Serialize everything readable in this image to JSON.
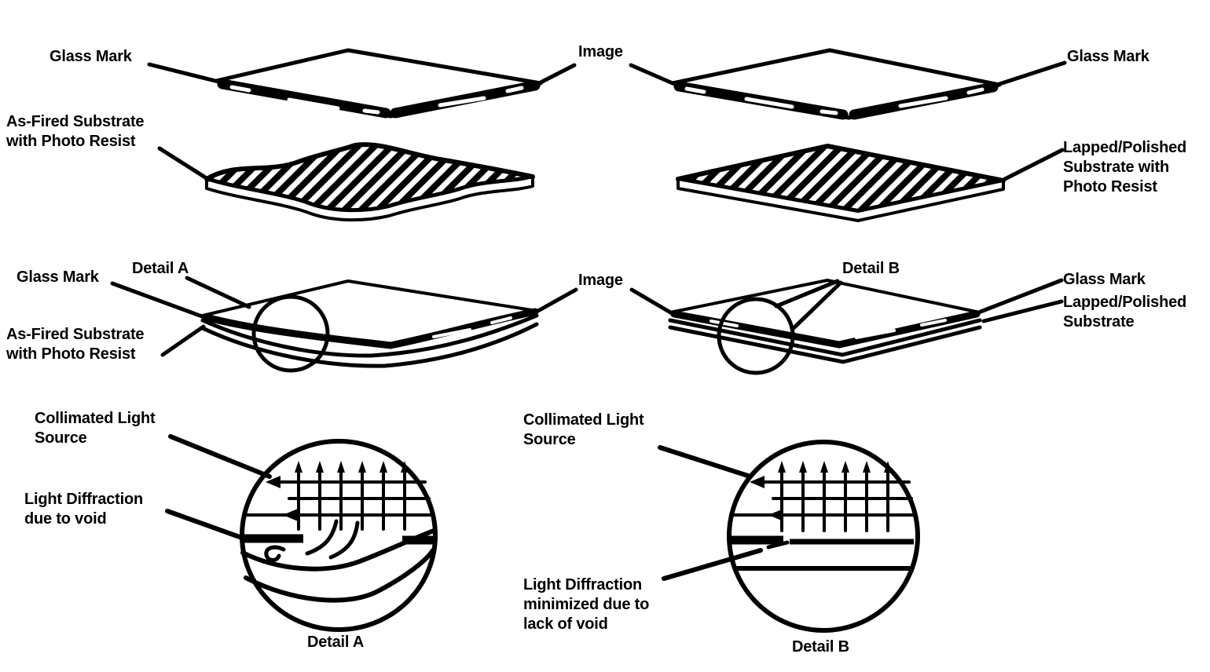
{
  "figure": {
    "ink_color": "#000000",
    "background_color": "#ffffff"
  },
  "labels": {
    "top_left": {
      "glass_mark": "Glass Mark",
      "substrate": "As-Fired Substrate\nwith Photo Resist"
    },
    "top_center": {
      "image": "Image"
    },
    "top_right": {
      "glass_mark": "Glass Mark",
      "substrate": "Lapped/Polished\nSubstrate with\nPhoto Resist"
    },
    "mid_left": {
      "glass_mark": "Glass Mark",
      "detail": "Detail A",
      "substrate": "As-Fired Substrate\nwith Photo Resist"
    },
    "mid_center": {
      "image": "Image"
    },
    "mid_right": {
      "detail": "Detail B",
      "glass_mark": "Glass Mark",
      "substrate": "Lapped/Polished\nSubstrate"
    },
    "detail_a": {
      "light": "Collimated Light\nSource",
      "diffraction": "Light Diffraction\ndue to void",
      "caption": "Detail A"
    },
    "detail_b": {
      "light": "Collimated Light\nSource",
      "diffraction": "Light Diffraction\nminimized due to\nlack of void",
      "caption": "Detail B"
    }
  }
}
